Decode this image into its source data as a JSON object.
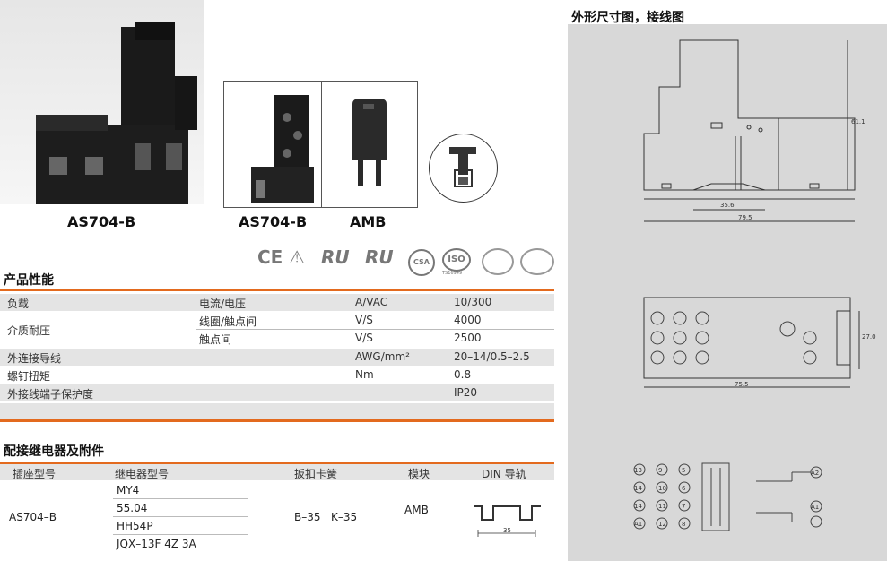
{
  "products": {
    "caption1": "AS704-B",
    "caption2": "AS704-B",
    "caption3": "AMB"
  },
  "certs": [
    "CE",
    "⚠",
    "RU",
    "RU",
    "CSA",
    "ISO",
    "",
    ""
  ],
  "cert_subtext": "TS16949",
  "performance": {
    "title": "产品性能",
    "rows": [
      {
        "name": "负载",
        "sub": "电流/电压",
        "unit": "A/VAC",
        "value": "10/300"
      },
      {
        "name": "介质耐压",
        "sub": "线圈/触点间",
        "unit": "V/S",
        "value": "4000"
      },
      {
        "name": "",
        "sub": "触点间",
        "unit": "V/S",
        "value": "2500"
      },
      {
        "name": "外连接导线",
        "sub": "",
        "unit": "AWG/mm²",
        "value": "20–14/0.5–2.5"
      },
      {
        "name": "螺钉扭矩",
        "sub": "",
        "unit": "Nm",
        "value": "0.8"
      },
      {
        "name": "外接线端子保护度",
        "sub": "",
        "unit": "",
        "value": "IP20"
      }
    ]
  },
  "accessories": {
    "title": "配接继电器及附件",
    "headers": [
      "插座型号",
      "继电器型号",
      "扳扣卡簧",
      "模块",
      "DIN 导轨"
    ],
    "socket": "AS704–B",
    "relays": [
      "MY4",
      "55.04",
      "HH54P",
      "JQX–13F 4Z  3A"
    ],
    "clip": "B–35   K–35",
    "module": "AMB",
    "din_dim": "35"
  },
  "drawing": {
    "title": "外形尺寸图，接线图",
    "dims": {
      "height": "61.1",
      "inner_width": "35.6",
      "width": "79.5",
      "top_width": "75.5",
      "top_height": "27.0"
    },
    "terminals_left": [
      "13",
      "14",
      "14",
      "A1"
    ],
    "terminals_mid": [
      "9",
      "10",
      "11",
      "12"
    ],
    "terminals_right": [
      "5",
      "6",
      "7",
      "8"
    ],
    "coil": [
      "A2",
      "A1"
    ]
  },
  "colors": {
    "accent": "#e36a1e",
    "shade": "#e4e4e4",
    "panel": "#d8d8d8"
  }
}
